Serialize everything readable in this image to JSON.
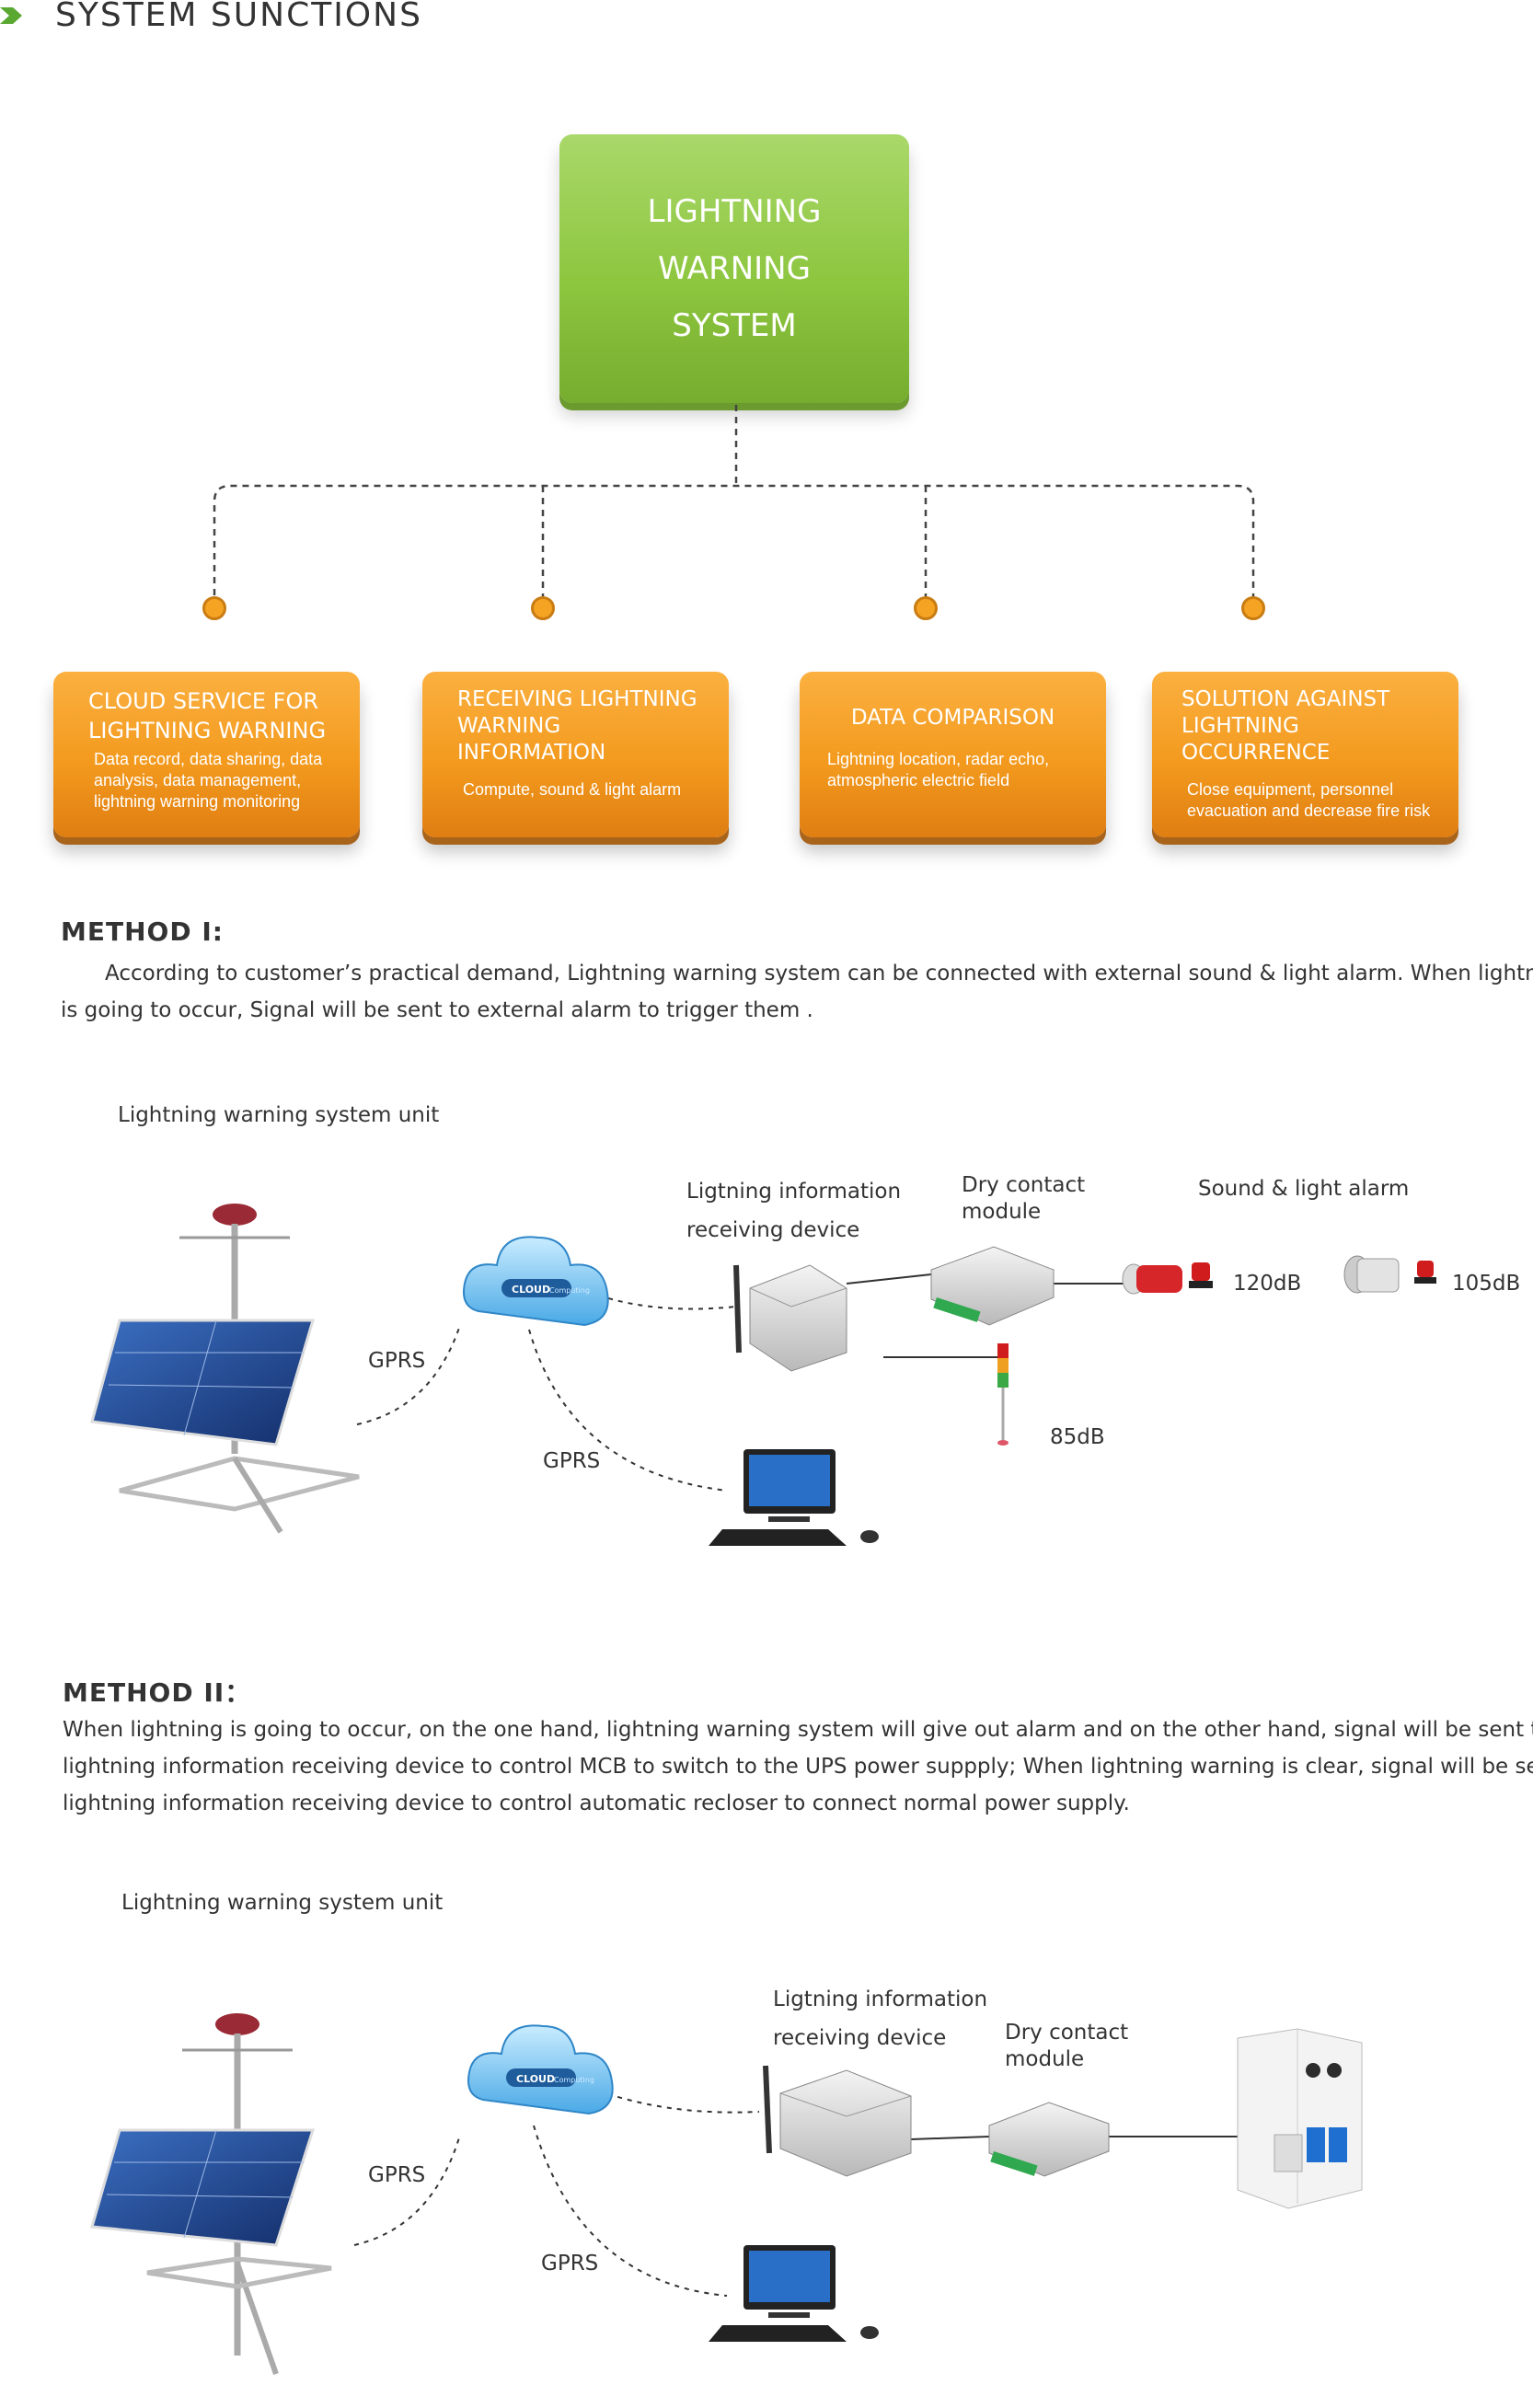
{
  "header": {
    "title": "SYSTEM SUNCTIONS"
  },
  "diagram": {
    "root": {
      "line1": "LIGHTNING WARNING",
      "line2": "SYSTEM"
    },
    "functions": [
      {
        "title1": "CLOUD SERVICE FOR",
        "title2": "LIGHTNING WARNING",
        "desc1": "Data record, data sharing, data",
        "desc2": "analysis, data management,",
        "desc3": "lightning warning monitoring"
      },
      {
        "title1": "RECEIVING LIGHTNING",
        "title2": "WARNING INFORMATION",
        "desc1": "Compute, sound & light alarm"
      },
      {
        "title1": "DATA COMPARISON",
        "desc1": "Lightning location, radar echo,",
        "desc2": "atmospheric electric field"
      },
      {
        "title1": "SOLUTION AGAINST",
        "title2": "LIGHTNING OCCURRENCE",
        "desc1": "Close equipment, personnel",
        "desc2": "evacuation and decrease fire risk"
      }
    ]
  },
  "method1": {
    "heading": "METHOD I:",
    "para_line1": "According to customer’s practical demand, Lightning warning system can be connected with external sound & light alarm. When lightning",
    "para_line2": "is going to occur, Signal will be sent to external alarm to trigger them .",
    "labels": {
      "unit": "Lightning warning system unit",
      "receiver1": "Ligtning information",
      "receiver2": "receiving device",
      "drycontact1": "Dry contact",
      "drycontact2": "module",
      "alarm": "Sound & light alarm",
      "db120": "120dB",
      "db105": "105dB",
      "db85": "85dB",
      "gprs_a": "GPRS",
      "gprs_b": "GPRS",
      "cloud": "CLOUD",
      "cloud_sub": "Computing"
    }
  },
  "method2": {
    "heading": "METHOD II：",
    "para_line1": "When lightning is going to occur, on the one hand, lightning warning system will give out alarm and on the other hand, signal will be sent to",
    "para_line2": "lightning information receiving device to control MCB to switch to the UPS power suppply; When lightning warning is clear, signal will be sent to",
    "para_line3": "lightning information receiving device  to control automatic recloser to connect normal power supply.",
    "labels": {
      "unit": "Lightning warning system unit",
      "receiver1": "Ligtning information",
      "receiver2": "receiving device",
      "drycontact1": "Dry contact",
      "drycontact2": "module",
      "gprs_a": "GPRS",
      "gprs_b": "GPRS",
      "cloud": "CLOUD",
      "cloud_sub": "Computing"
    }
  },
  "colors": {
    "green_box": "#8dc63f",
    "orange_box": "#f39a1e",
    "node_dot": "#f4a323",
    "chevron": "#5aa832"
  },
  "icons": [
    "chevron-right-icon",
    "cloud-icon",
    "solar-station-icon",
    "receiver-device-icon",
    "dry-contact-module-icon",
    "siren-icon",
    "horn-speaker-icon",
    "signal-tower-light-icon",
    "computer-monitor-icon",
    "circuit-breaker-icon"
  ]
}
